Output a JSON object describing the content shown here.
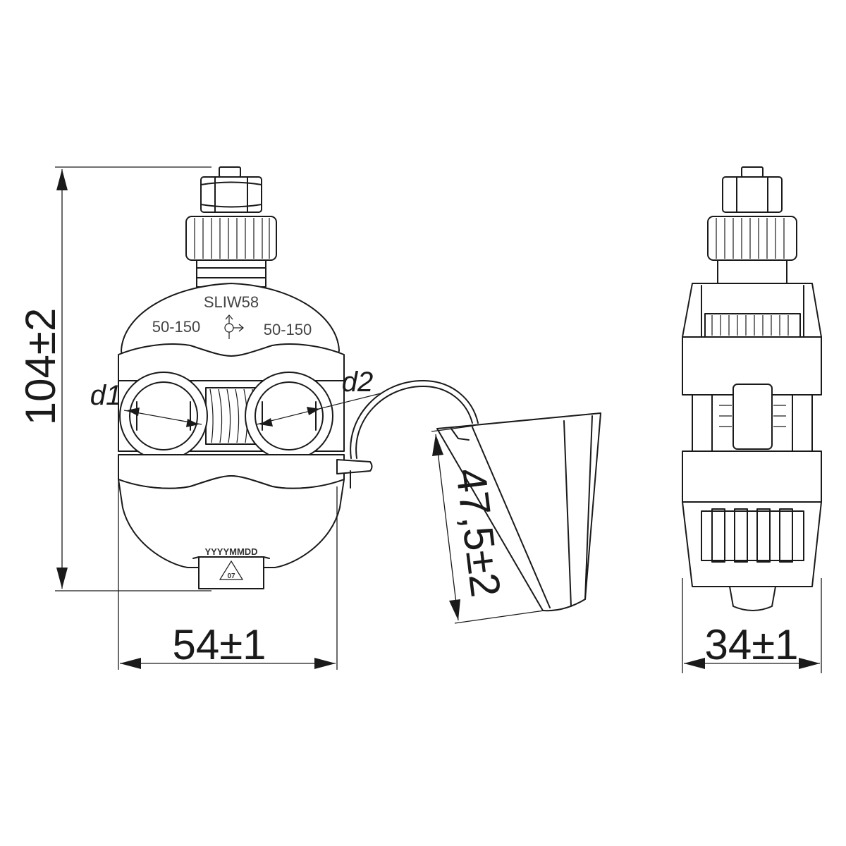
{
  "product": {
    "model": "SLIW58",
    "left_range": "50-150",
    "right_range": "50-150",
    "date_code": "YYYYMMDD",
    "recycle_code": "07"
  },
  "labels": {
    "d1": "d1",
    "d2": "d2"
  },
  "dimensions": {
    "height": "104±2",
    "width_front": "54±1",
    "cap_length": "47,5±2",
    "width_side": "34±1"
  },
  "colors": {
    "line": "#1a1a1a",
    "body_text": "#444444",
    "background": "#ffffff"
  }
}
